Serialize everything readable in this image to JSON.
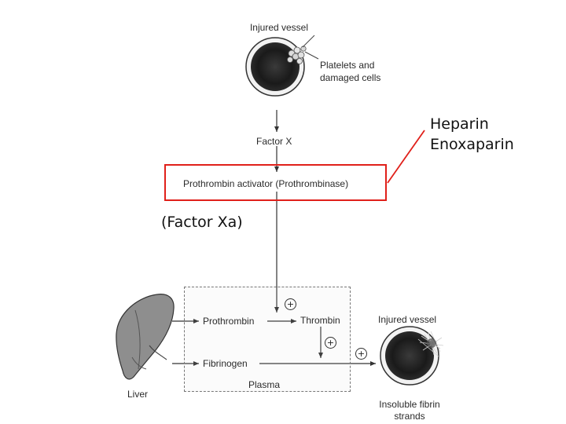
{
  "diagram": {
    "injured_vessel_top": "Injured vessel",
    "platelets_line1": "Platelets and",
    "platelets_line2": "damaged cells",
    "factor_x": "Factor X",
    "prothrombin_activator": "Prothrombin activator (Prothrombinase)",
    "factor_xa": "(Factor Xa)",
    "heparin": "Heparin",
    "enoxaparin": "Enoxaparin",
    "prothrombin": "Prothrombin",
    "thrombin": "Thrombin",
    "fibrinogen": "Fibrinogen",
    "plasma": "Plasma",
    "liver": "Liver",
    "injured_vessel_bottom": "Injured vessel",
    "fibrin_line1": "Insoluble fibrin",
    "fibrin_line2": "strands",
    "plus_symbol": "+"
  },
  "colors": {
    "highlight": "#e0201a",
    "ink": "#2a2a2a"
  }
}
